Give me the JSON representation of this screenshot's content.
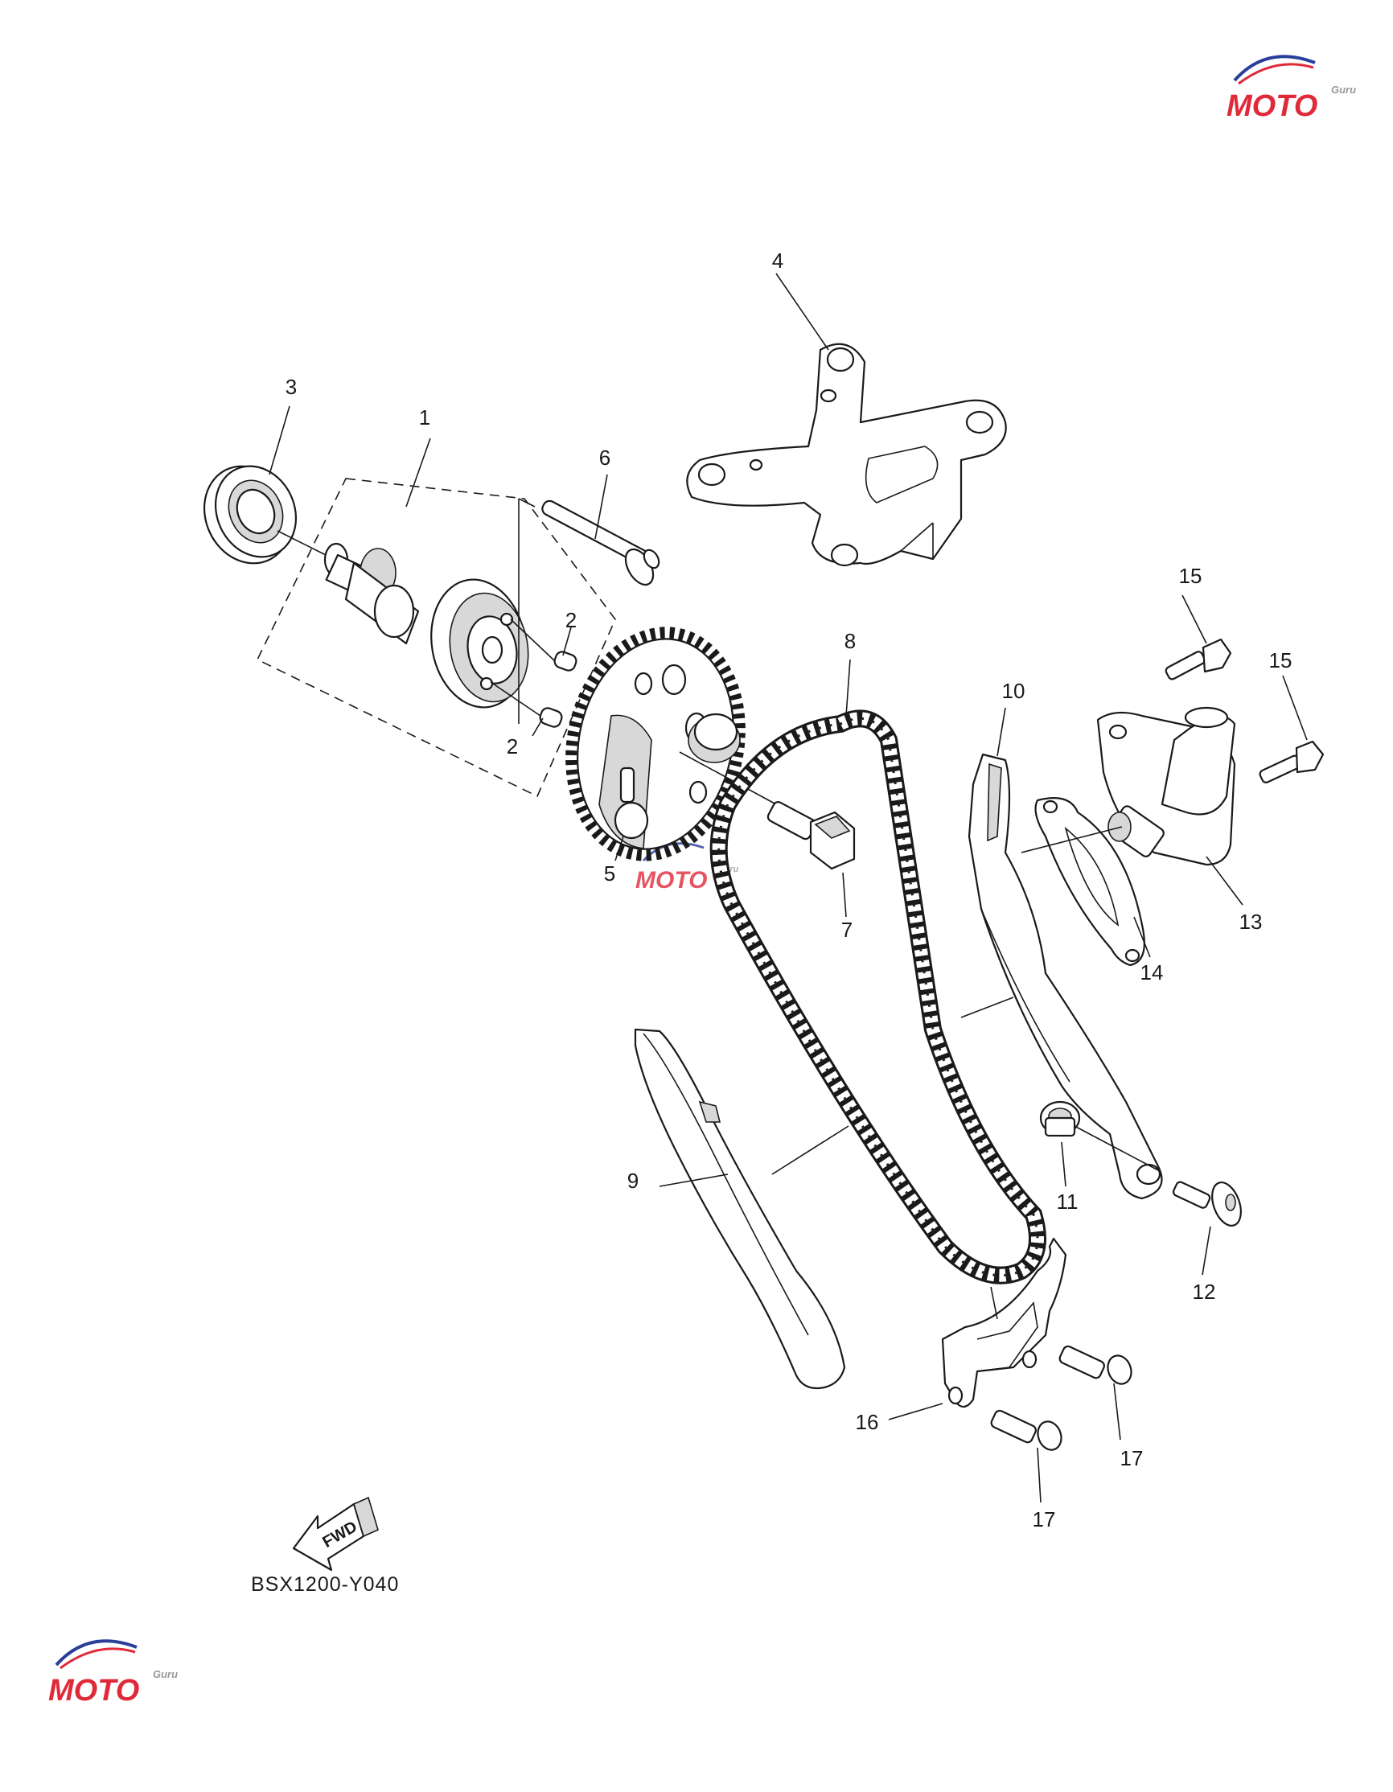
{
  "diagram": {
    "callouts": [
      "1",
      "2",
      "2",
      "3",
      "4",
      "5",
      "6",
      "7",
      "8",
      "9",
      "10",
      "11",
      "12",
      "13",
      "14",
      "15",
      "15",
      "16",
      "17",
      "17"
    ],
    "fwd_label": "FWD",
    "code": "BSX1200-Y040",
    "watermark": {
      "text": "MOTO",
      "subtext": "Guru",
      "color_red": "#e02a3a",
      "color_blue": "#2a3f9a"
    }
  }
}
